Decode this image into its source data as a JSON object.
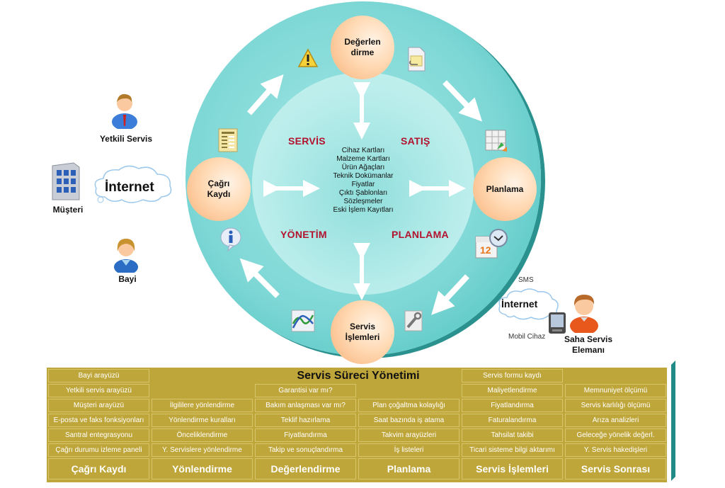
{
  "diagram": {
    "nodes": {
      "top": "Değerlen\ndirme",
      "left": "Çağrı\nKaydı",
      "right": "Planlama",
      "bottom": "Servis\nİşlemleri"
    },
    "quadrants": [
      "SERVİS",
      "SATIŞ",
      "YÖNETİM",
      "PLANLAMA"
    ],
    "center_items": [
      "Cihaz Kartları",
      "Malzeme Kartları",
      "Ürün Ağaçları",
      "Teknik Dokümanlar",
      "Fiyatlar",
      "Çıktı Şablonları",
      "Sözleşmeler",
      "Eski İşlem Kayıtları"
    ],
    "icons": [
      "warning-icon",
      "document-attachment-icon",
      "form-icon",
      "spreadsheet-icon",
      "info-icon",
      "calendar-clock-icon",
      "chart-icon",
      "tools-icon"
    ],
    "colors": {
      "quadrant_text": "#b3122e",
      "ring": "#7fd8d6",
      "node": "#ffd9b3",
      "table": "#bfa63a",
      "table_edge": "#1f8a86"
    }
  },
  "left_actors": {
    "authorized_service": "Yetkili Servis",
    "internet": "İnternet",
    "customer": "Müşteri",
    "dealer": "Bayi"
  },
  "right_actors": {
    "sms": "SMS",
    "internet": "İnternet",
    "mobile_device": "Mobil Cihaz",
    "field_staff": "Saha Servis\nElemanı"
  },
  "table": {
    "title": "Servis Süreci Yönetimi",
    "columns": [
      {
        "header": "Çağrı Kaydı",
        "rows": [
          "Bayi arayüzü",
          "Yetkili servis arayüzü",
          "Müşteri arayüzü",
          "E-posta ve faks fonksiyonları",
          "Santral entegrasyonu",
          "Çağrı durumu izleme paneli"
        ]
      },
      {
        "header": "Yönlendirme",
        "rows": [
          "",
          "",
          "İlgililere yönlendirme",
          "Yönlendirme kuralları",
          "Önceliklendirme",
          "Y.  Servislere yönlendirme"
        ]
      },
      {
        "header": "Değerlendirme",
        "rows": [
          "",
          "Garantisi var mı?",
          "Bakım anlaşması var mı?",
          "Teklif hazırlama",
          "Fiyatlandırma",
          "Takip ve sonuçlandırma"
        ]
      },
      {
        "header": "Planlama",
        "rows": [
          "",
          "",
          "Plan çoğaltma kolaylığı",
          "Saat bazında iş atama",
          "Takvim arayüzleri",
          "İş listeleri"
        ]
      },
      {
        "header": "Servis İşlemleri",
        "rows": [
          "Servis formu kaydı",
          "Maliyetlendirme",
          "Fiyatlandırma",
          "Faturalandırma",
          "Tahsilat takibi",
          "Ticari sisteme bilgi aktarımı"
        ]
      },
      {
        "header": "Servis  Sonrası",
        "rows": [
          "",
          "Memnuniyet ölçümü",
          "Servis karlılığı ölçümü",
          "Arıza  analizleri",
          "Geleceğe yönelik değerl.",
          "Y.  Servis hakedişleri"
        ]
      }
    ]
  }
}
